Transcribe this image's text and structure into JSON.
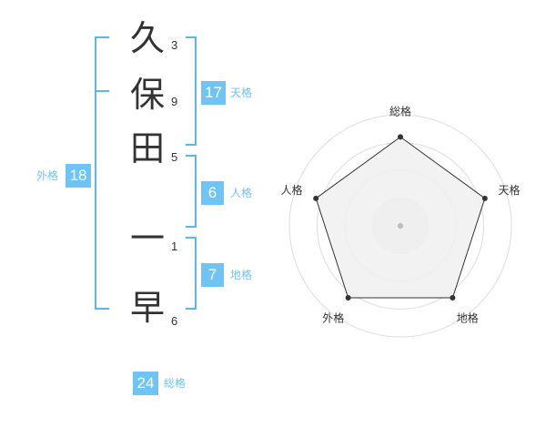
{
  "name": {
    "characters": [
      {
        "char": "久",
        "strokes": "3"
      },
      {
        "char": "保",
        "strokes": "9"
      },
      {
        "char": "田",
        "strokes": "5"
      },
      {
        "char": "一",
        "strokes": "1"
      },
      {
        "char": "早",
        "strokes": "6"
      }
    ]
  },
  "fortune": {
    "tenkaku": {
      "value": "17",
      "label": "天格"
    },
    "jinkaku": {
      "value": "6",
      "label": "人格"
    },
    "chikaku": {
      "value": "7",
      "label": "地格"
    },
    "gaikaku": {
      "value": "18",
      "label": "外格"
    },
    "soukaku": {
      "value": "24",
      "label": "総格"
    }
  },
  "colors": {
    "accent": "#6ec4f5",
    "bracket": "#5bb8ee",
    "text": "#333333",
    "radar_fill": "#f0f0f0",
    "radar_ring": "#dddddd"
  },
  "chart_data": {
    "type": "radar",
    "axes": [
      "総格",
      "天格",
      "地格",
      "外格",
      "人格"
    ],
    "values": [
      0.8,
      0.8,
      0.8,
      0.8,
      0.8
    ],
    "range": [
      0,
      1
    ],
    "rings": 4
  }
}
